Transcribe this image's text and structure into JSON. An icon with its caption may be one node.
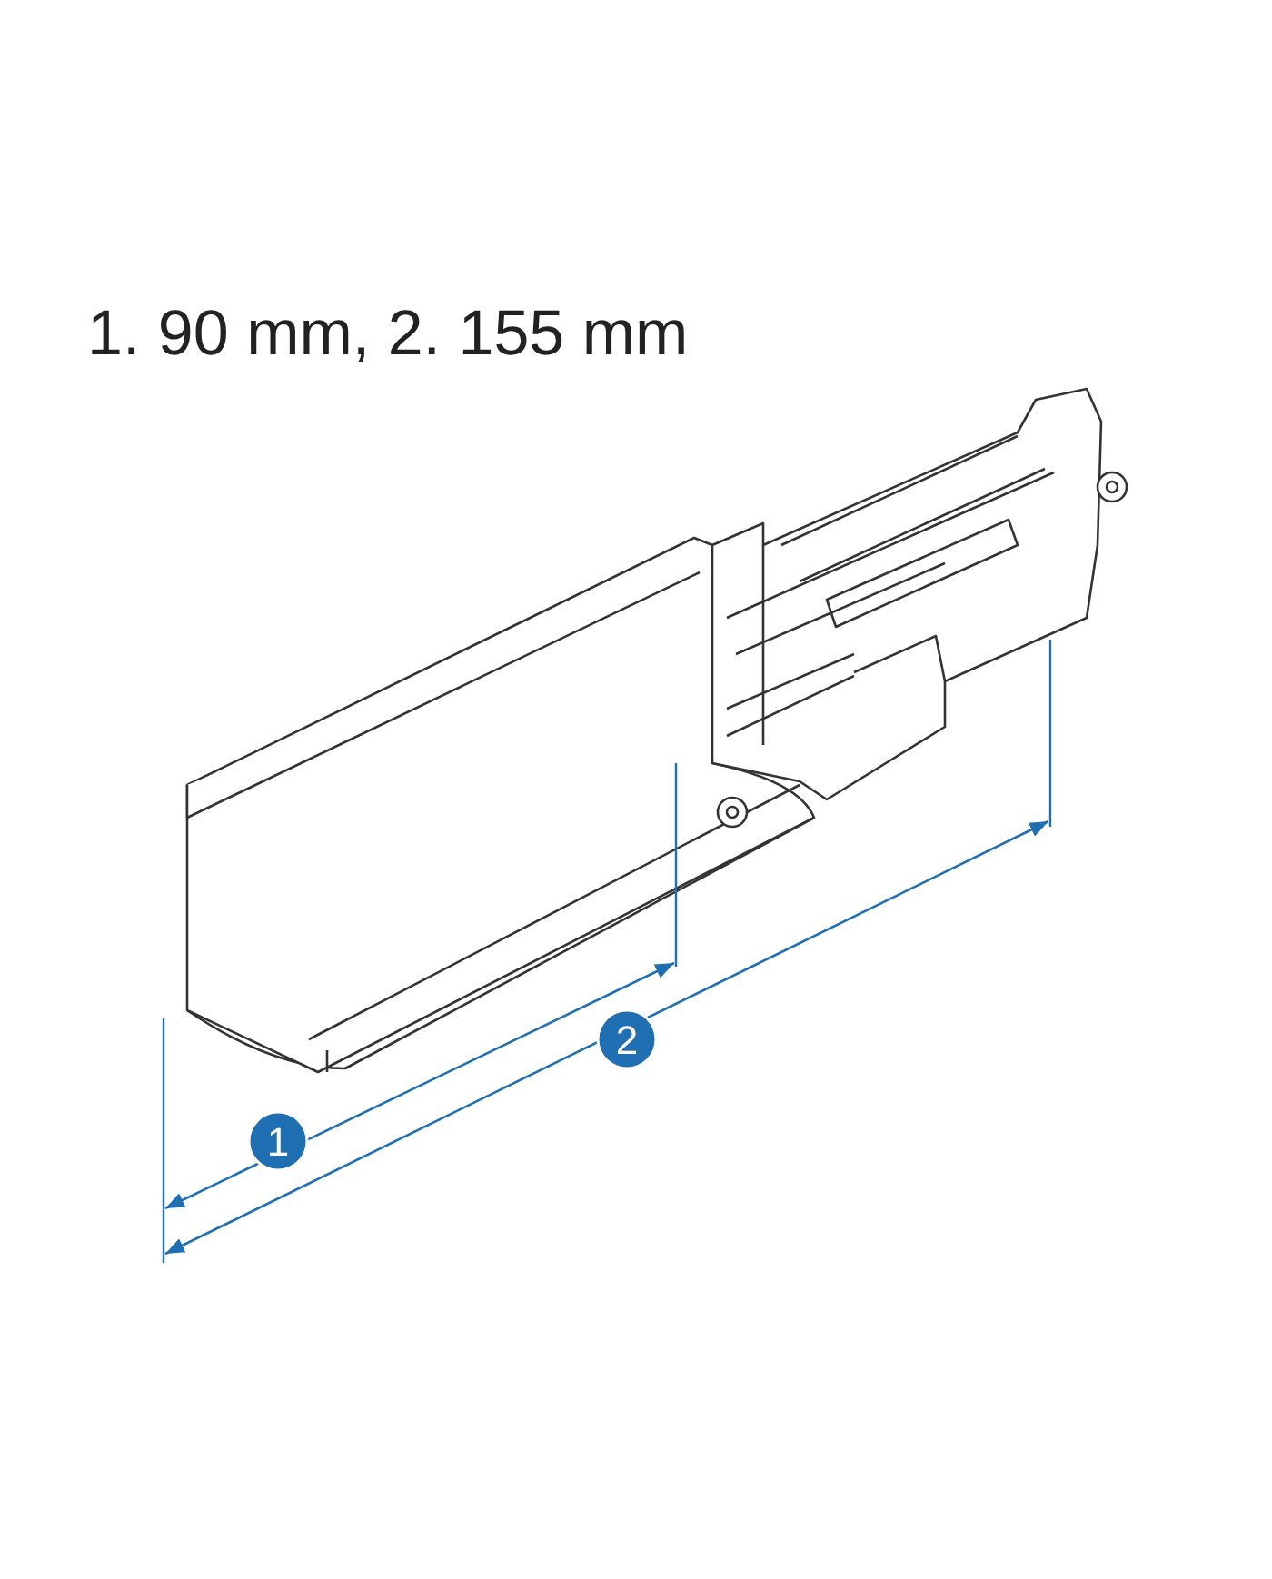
{
  "diagram": {
    "labels": [
      "1. 90 mm, 2. 155 mm",
      "1",
      "2"
    ]
  }
}
